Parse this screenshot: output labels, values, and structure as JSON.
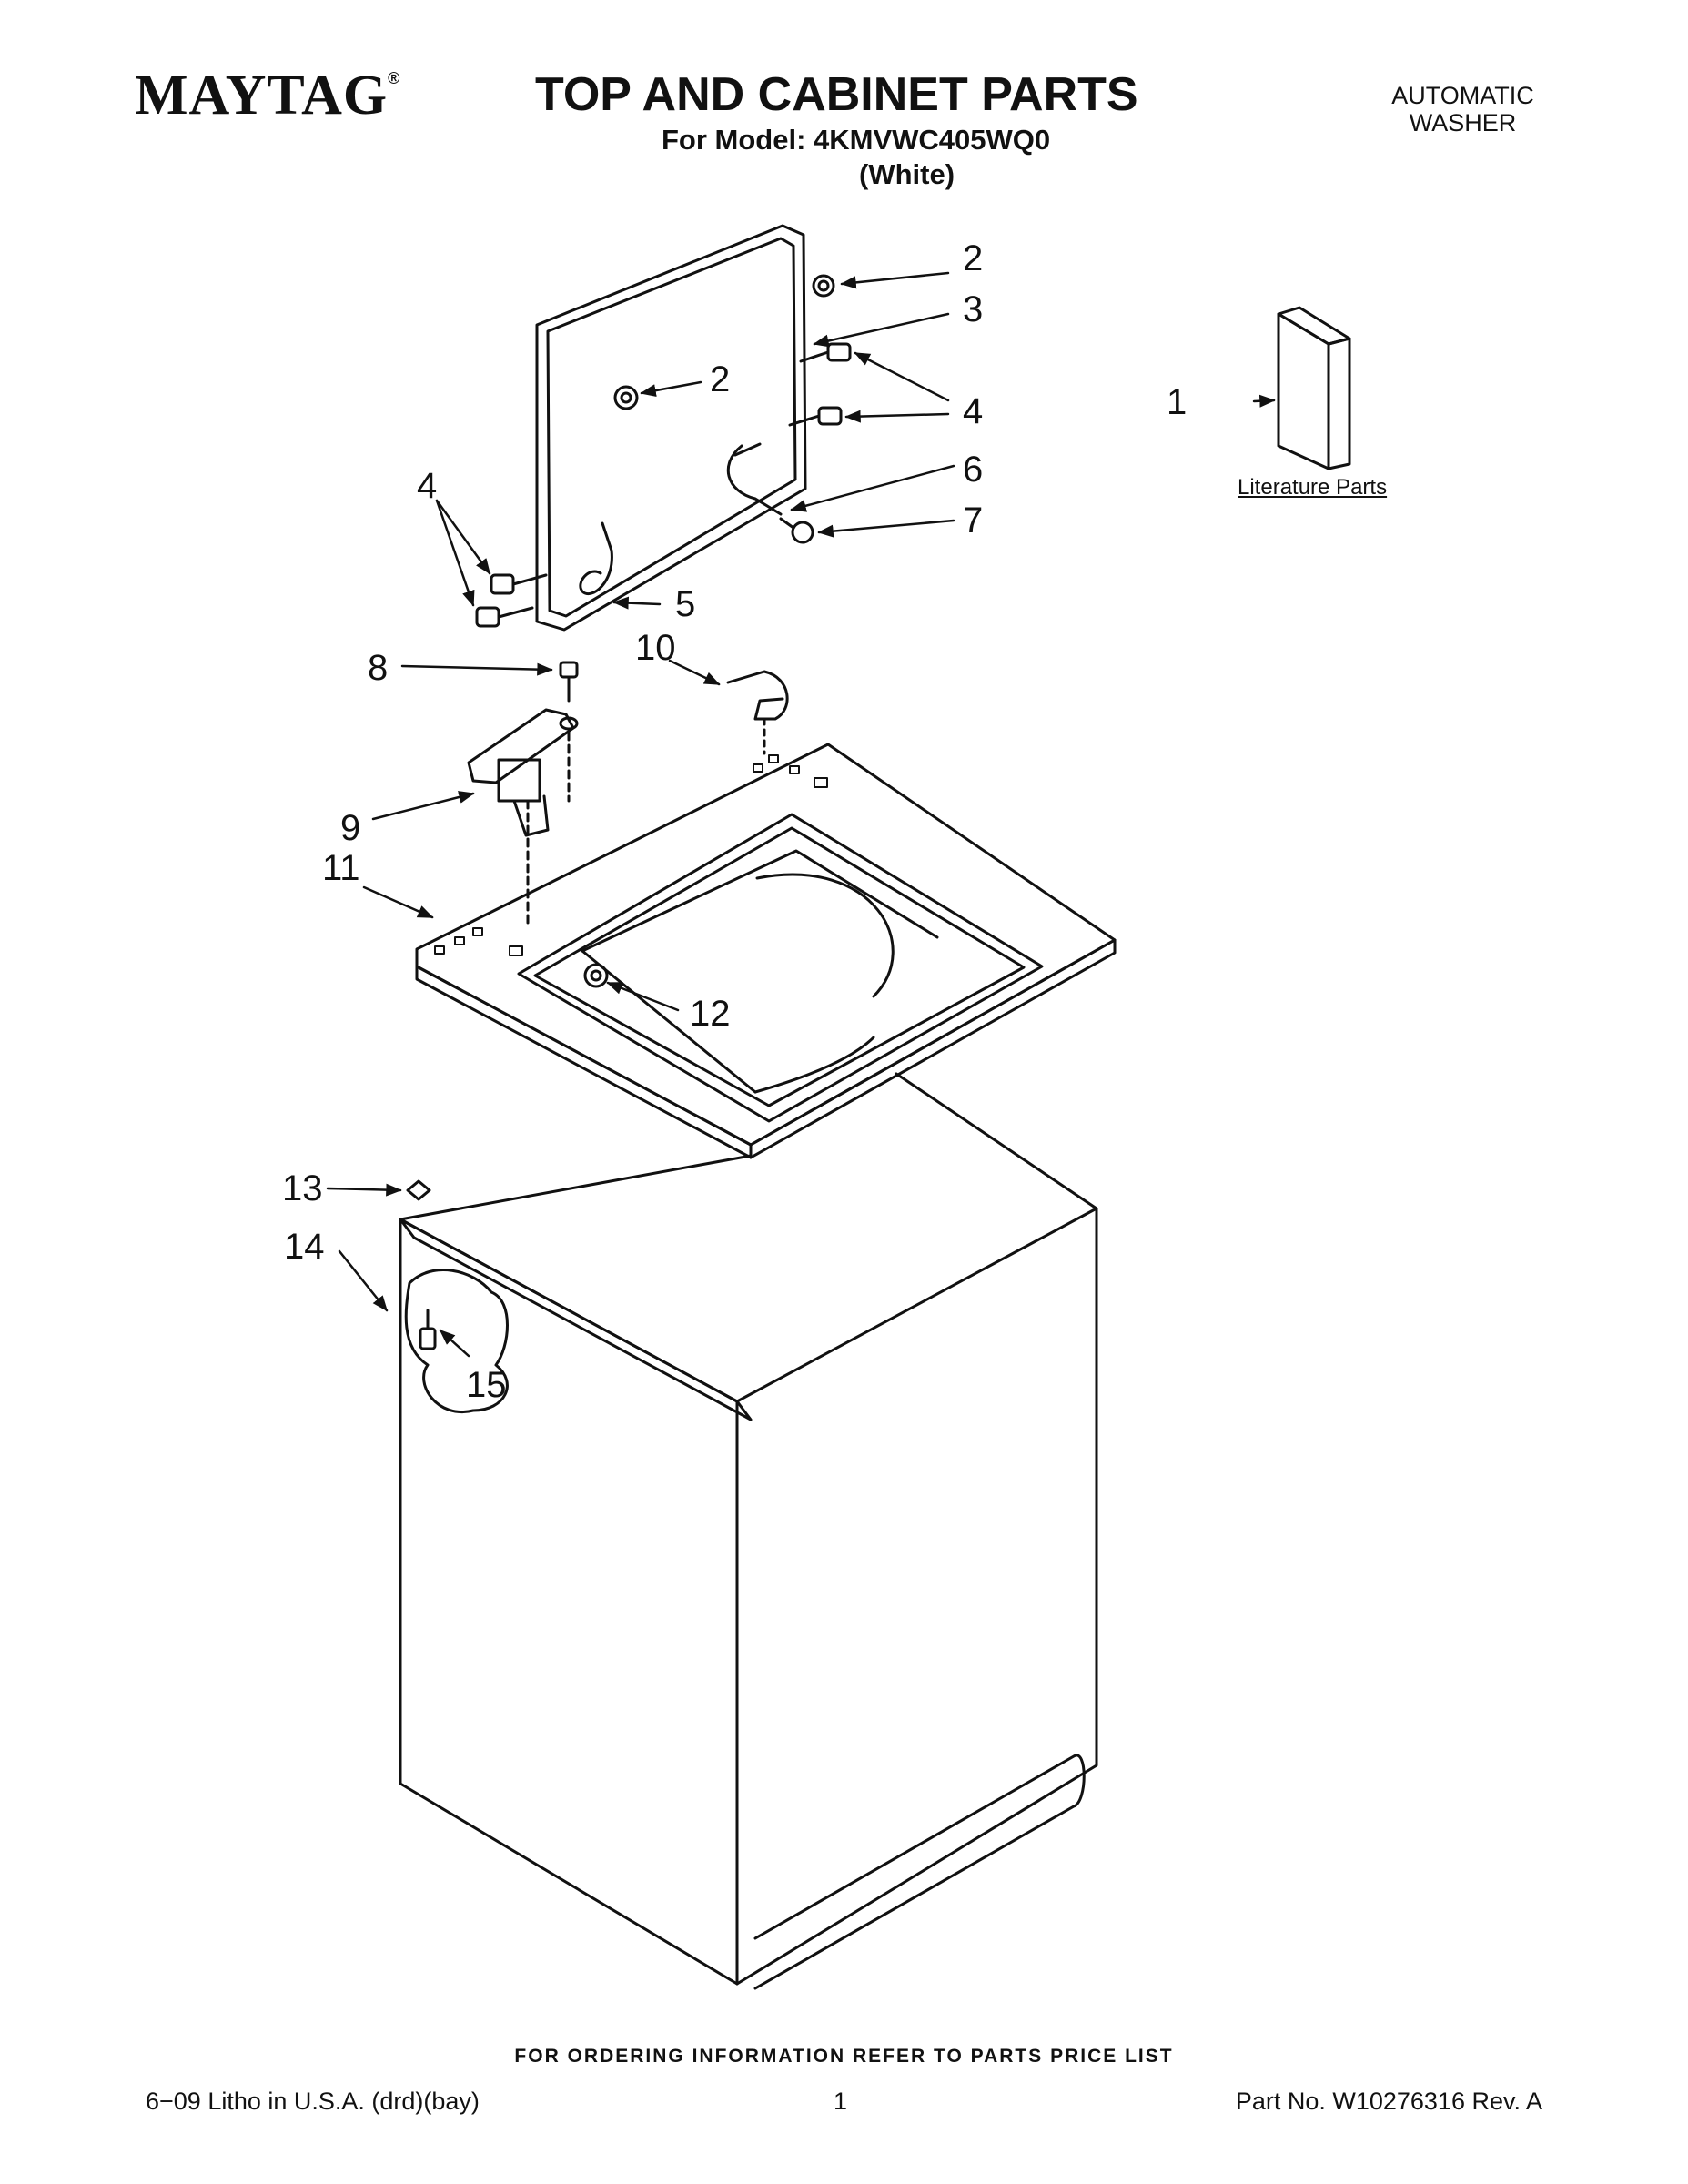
{
  "header": {
    "brand": "MAYTAG",
    "brand_mark": "®",
    "title": "TOP AND CABINET PARTS",
    "model_line": "For Model: 4KMVWC405WQ0",
    "color_line": "(White)",
    "appliance_line1": "AUTOMATIC",
    "appliance_line2": "WASHER"
  },
  "callouts": {
    "c1": "1",
    "c2a": "2",
    "c2b": "2",
    "c3": "3",
    "c4a": "4",
    "c4b": "4",
    "c5": "5",
    "c6": "6",
    "c7": "7",
    "c8": "8",
    "c9": "9",
    "c10": "10",
    "c11": "11",
    "c12": "12",
    "c13": "13",
    "c14": "14",
    "c15": "15"
  },
  "literature_label": "Literature Parts",
  "footer": {
    "ordering_note": "FOR ORDERING INFORMATION REFER TO PARTS PRICE LIST",
    "litho": "6−09 Litho in U.S.A. (drd)(bay)",
    "page": "1",
    "part_no": "Part No. W10276316 Rev. A"
  }
}
